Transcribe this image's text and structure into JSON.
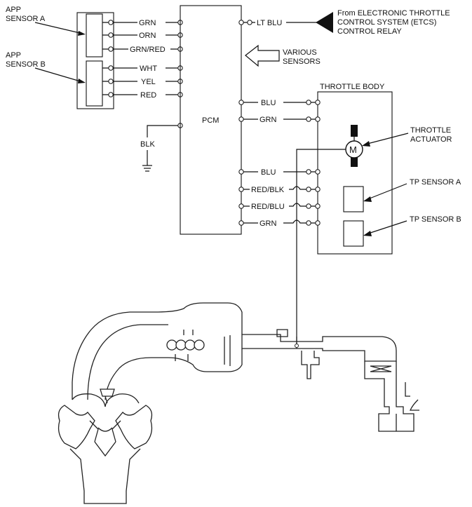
{
  "app_sensor_a": [
    "APP",
    "SENSOR A"
  ],
  "app_sensor_b": [
    "APP",
    "SENSOR B"
  ],
  "pcm_label": "PCM",
  "ground_label": "BLK",
  "app_wires": [
    "GRN",
    "ORN",
    "GRN/RED",
    "WHT",
    "YEL",
    "RED"
  ],
  "etcs_wire": "LT BLU",
  "etcs_source": [
    "From ELECTRONIC THROTTLE",
    "CONTROL SYSTEM (ETCS)",
    "CONTROL RELAY"
  ],
  "various_sensors": [
    "VARIOUS",
    "SENSORS"
  ],
  "throttle_body_title": "THROTTLE BODY",
  "right_wires": [
    "BLU",
    "GRN",
    "BLU",
    "RED/BLK",
    "RED/BLU",
    "GRN"
  ],
  "motor_symbol": "M",
  "throttle_actuator": [
    "THROTTLE",
    "ACTUATOR"
  ],
  "tp_sensor_a": "TP SENSOR A",
  "tp_sensor_b": "TP SENSOR B"
}
